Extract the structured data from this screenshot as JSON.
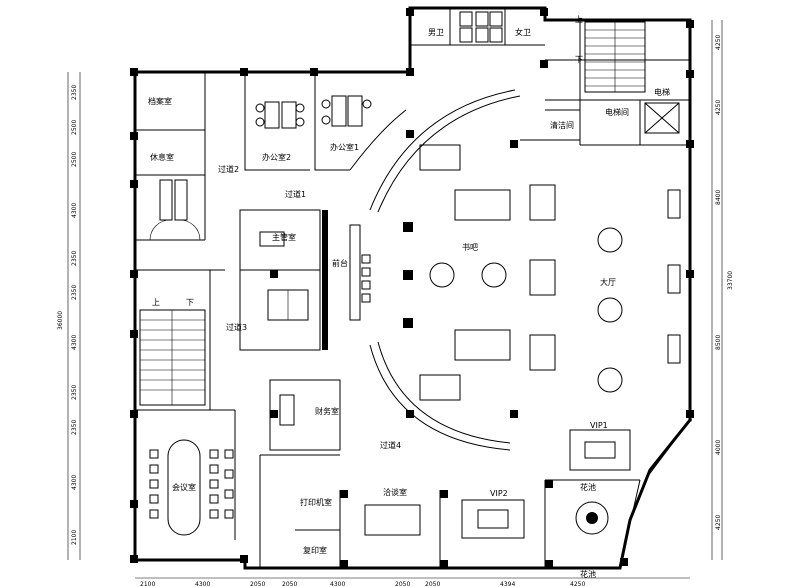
{
  "rooms": {
    "archive": "档案室",
    "lounge": "休息室",
    "office2": "办公室2",
    "office1": "办公室1",
    "corridor2": "过道2",
    "corridor1": "过道1",
    "corridor3": "过道3",
    "corridor4": "过道4",
    "manager": "主管室",
    "finance": "财务室",
    "meeting": "会议室",
    "print_room": "打印机室",
    "copy_room": "复印室",
    "negotiation": "洽谈室",
    "vip1": "VIP1",
    "vip2": "VIP2",
    "bookbar": "书吧",
    "hall": "大厅",
    "elevator_room": "电梯间",
    "elevator": "电梯",
    "male_wc": "男卫",
    "female_wc": "女卫",
    "cleaning": "清洁间",
    "stair_up": "上",
    "stair_down": "下",
    "front_desk": "前台",
    "flower1": "花池",
    "flower2": "花池"
  },
  "dims_top": [
    "2100",
    "4300",
    "2050",
    "2050",
    "4300",
    "2050",
    "2050",
    "4394",
    "4250"
  ],
  "dims_left": [
    "2350",
    "2500",
    "2500",
    "4300",
    "2350",
    "2350",
    "4300",
    "2350",
    "2350",
    "4300",
    "2100"
  ],
  "dims_right": [
    "4250",
    "4250",
    "8400",
    "8500",
    "4000",
    "4250"
  ],
  "dims_left_total": "36000",
  "dims_right_total": "33700"
}
